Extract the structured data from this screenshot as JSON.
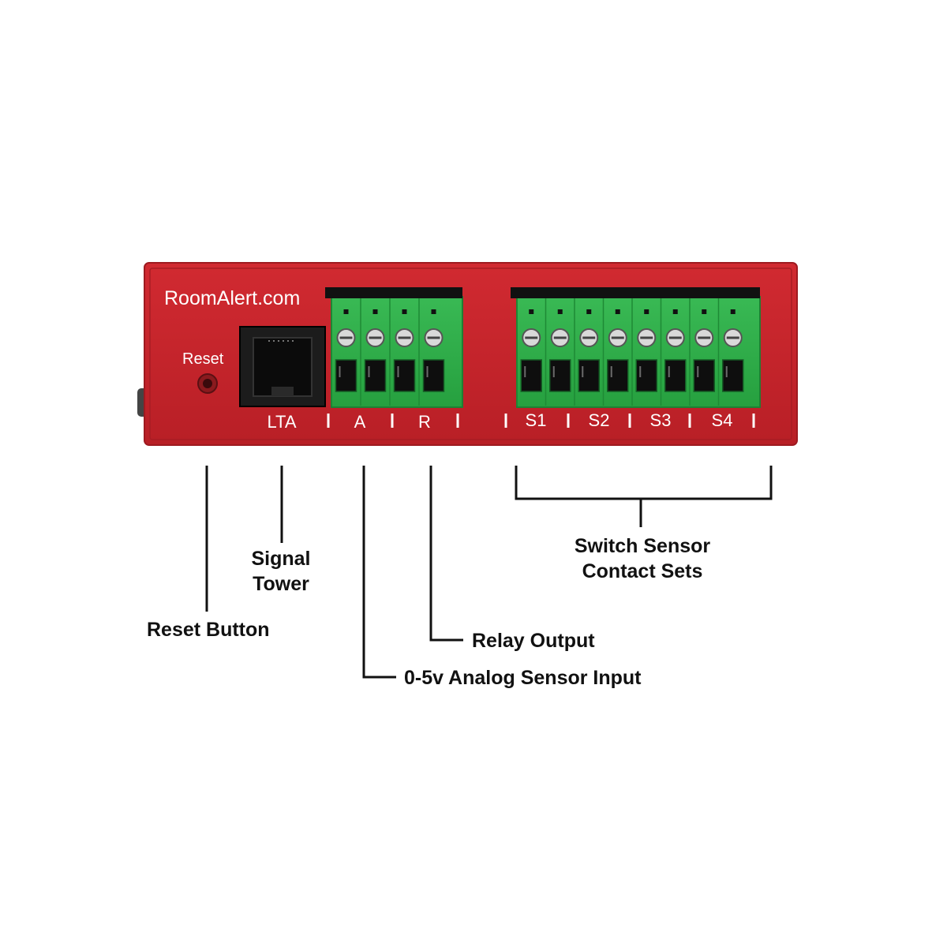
{
  "device": {
    "brand_text": "RoomAlert.com",
    "reset_label": "Reset",
    "port_labels": {
      "lta": "LTA",
      "analog": "A",
      "relay": "R",
      "switches": [
        "S1",
        "S2",
        "S3",
        "S4"
      ]
    },
    "colors": {
      "enclosure": "#c8242b",
      "terminal_block": "#2fae4a",
      "rj_jack": "#1a1a1a"
    },
    "terminal_counts": {
      "left_block": 4,
      "right_block": 8
    }
  },
  "callouts": {
    "reset_button": "Reset Button",
    "signal_tower_line1": "Signal",
    "signal_tower_line2": "Tower",
    "analog_input": "0-5v Analog Sensor Input",
    "relay_output": "Relay Output",
    "switch_sensors_line1": "Switch Sensor",
    "switch_sensors_line2": "Contact Sets"
  }
}
